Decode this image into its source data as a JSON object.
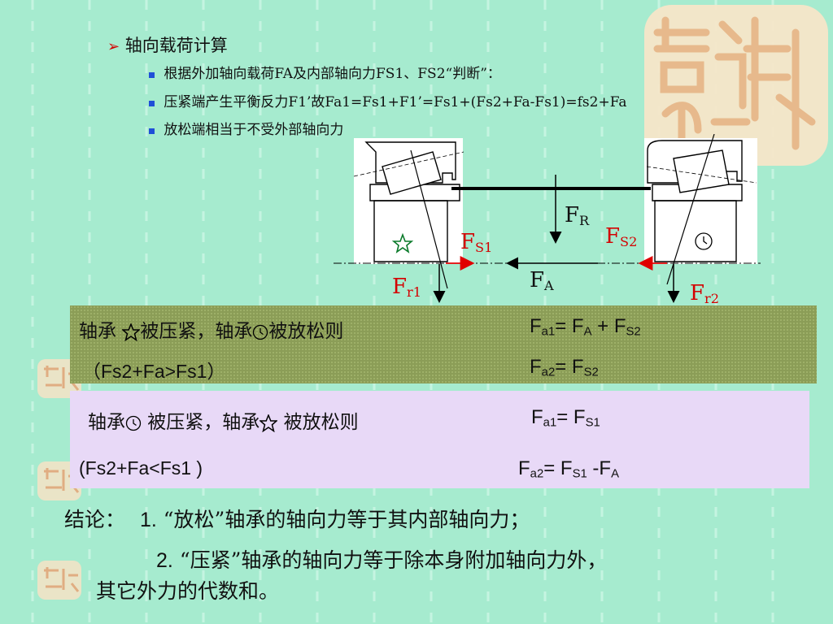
{
  "bullets": {
    "main": "轴向载荷计算",
    "sub1": "根据外加轴向载荷FA及内部轴向力FS1、FS2“判断”：",
    "sub2": "压紧端产生平衡反力F1’故Fa1=Fs1+F1’=Fs1+(Fs2+Fa-Fs1)=fs2+Fa",
    "sub3": "放松端相当于不受外部轴向力"
  },
  "diagram": {
    "FR": "F",
    "FR_sub": "R",
    "FS1": "F",
    "FS1_sub": "S1",
    "FS2": "F",
    "FS2_sub": "S2",
    "FA": "F",
    "FA_sub": "A",
    "Fr1": "F",
    "Fr1_sub": "r1",
    "Fr2": "F",
    "Fr2_sub": "r2"
  },
  "case1": {
    "left_pre": "轴承",
    "left_mid": "被压紧，轴承",
    "left_post": "被放松则",
    "condition": "（Fs2+Fa>Fs1）",
    "eq1_a": "F",
    "eq1_a_sub": "a1",
    "eq1_b": "= F",
    "eq1_b_sub": "A",
    "eq1_c": " + F",
    "eq1_c_sub": "S2",
    "eq2_a": "F",
    "eq2_a_sub": "a2",
    "eq2_b": "= F",
    "eq2_b_sub": "S2"
  },
  "case2": {
    "left_pre": "轴承",
    "left_mid": " 被压紧，轴承",
    "left_post": " 被放松则",
    "condition": "(Fs2+Fa<Fs1 )",
    "eq1_a": "F",
    "eq1_a_sub": "a1",
    "eq1_b": "= F",
    "eq1_b_sub": "S1",
    "eq2_a": "F",
    "eq2_a_sub": "a2",
    "eq2_b": "= F",
    "eq2_b_sub": "S1",
    "eq2_c": " -F",
    "eq2_c_sub": "A"
  },
  "conclusion": {
    "label": "结论：",
    "item1_num": "1.",
    "item1_text": "“放松”轴承的轴向力等于其内部轴向力；",
    "item2_num": "2.",
    "item2_text": "“压紧”轴承的轴向力等于除本身附加轴向力外，",
    "item2_cont": "其它外力的代数和。"
  },
  "colors": {
    "background": "#a6ebcf",
    "force_label": "#d40000",
    "bullet": "#1f4fd8"
  },
  "icons": [
    "star-icon",
    "clock-icon",
    "chevron-right-icon",
    "square-bullet-icon"
  ]
}
